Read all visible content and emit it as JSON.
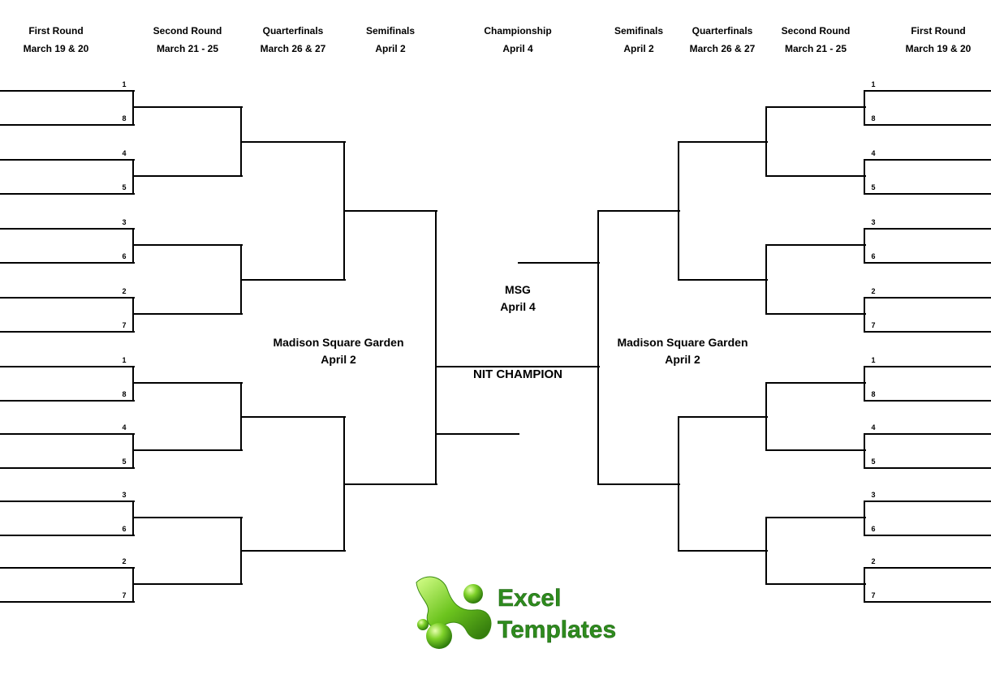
{
  "headers": {
    "left_first": {
      "title": "First Round",
      "date": "March 19 & 20"
    },
    "left_second": {
      "title": "Second Round",
      "date": "March 21 - 25"
    },
    "left_quarter": {
      "title": "Quarterfinals",
      "date": "March 26 & 27"
    },
    "left_semi": {
      "title": "Semifinals",
      "date": "April 2"
    },
    "championship": {
      "title": "Championship",
      "date": "April 4"
    },
    "right_semi": {
      "title": "Semifinals",
      "date": "April 2"
    },
    "right_quarter": {
      "title": "Quarterfinals",
      "date": "March 26 & 27"
    },
    "right_second": {
      "title": "Second Round",
      "date": "March 21 - 25"
    },
    "right_first": {
      "title": "First Round",
      "date": "March 19 & 20"
    }
  },
  "seeds": [
    "1",
    "8",
    "4",
    "5",
    "3",
    "6",
    "2",
    "7"
  ],
  "venues": {
    "left": {
      "name": "Madison Square Garden",
      "date": "April 2"
    },
    "right": {
      "name": "Madison Square Garden",
      "date": "April 2"
    },
    "final": {
      "name": "MSG",
      "date": "April 4"
    }
  },
  "champion_label": "NIT CHAMPION",
  "logo": {
    "line1": "Excel",
    "line2": "Templates",
    "color": "#2e8b1e"
  },
  "colors": {
    "line": "#000000",
    "background": "#ffffff"
  }
}
